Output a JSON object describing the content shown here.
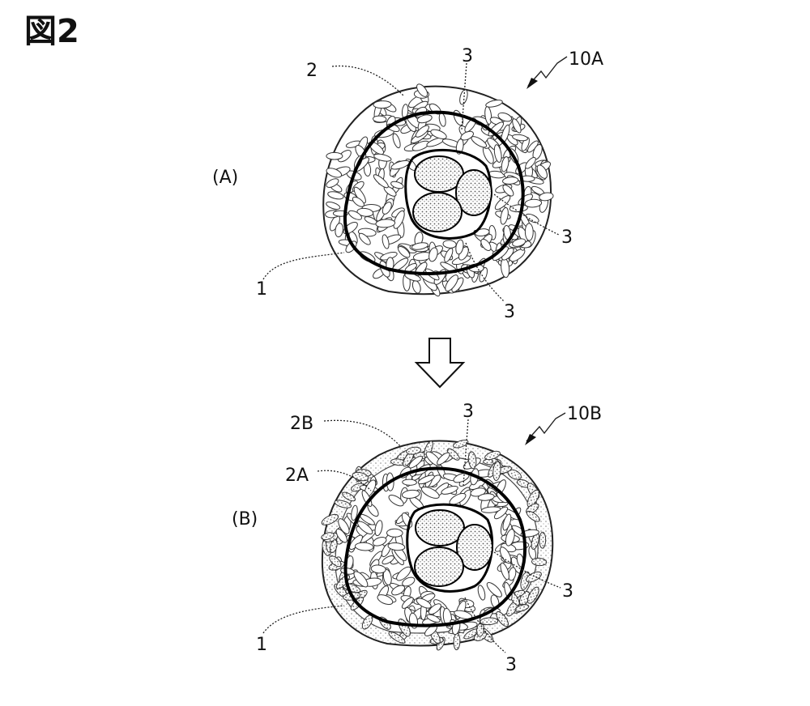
{
  "figure_title": "図2",
  "panels": [
    {
      "id": "A",
      "panel_label": "(A)",
      "ref_label": "10A",
      "labels": {
        "layer_outer": "2",
        "core": "1",
        "stone_top": "3",
        "stone_right": "3",
        "stone_bottom": "3"
      }
    },
    {
      "id": "B",
      "panel_label": "(B)",
      "ref_label": "10B",
      "labels": {
        "layer_outer": "2B",
        "layer_inner": "2A",
        "core": "1",
        "stone_top": "3",
        "stone_right": "3",
        "stone_bottom": "3"
      }
    }
  ],
  "arrow_icon": "down-arrow-icon",
  "colors": {
    "ink": "#111111",
    "background": "#ffffff",
    "stipple": "#9a9a9a"
  }
}
